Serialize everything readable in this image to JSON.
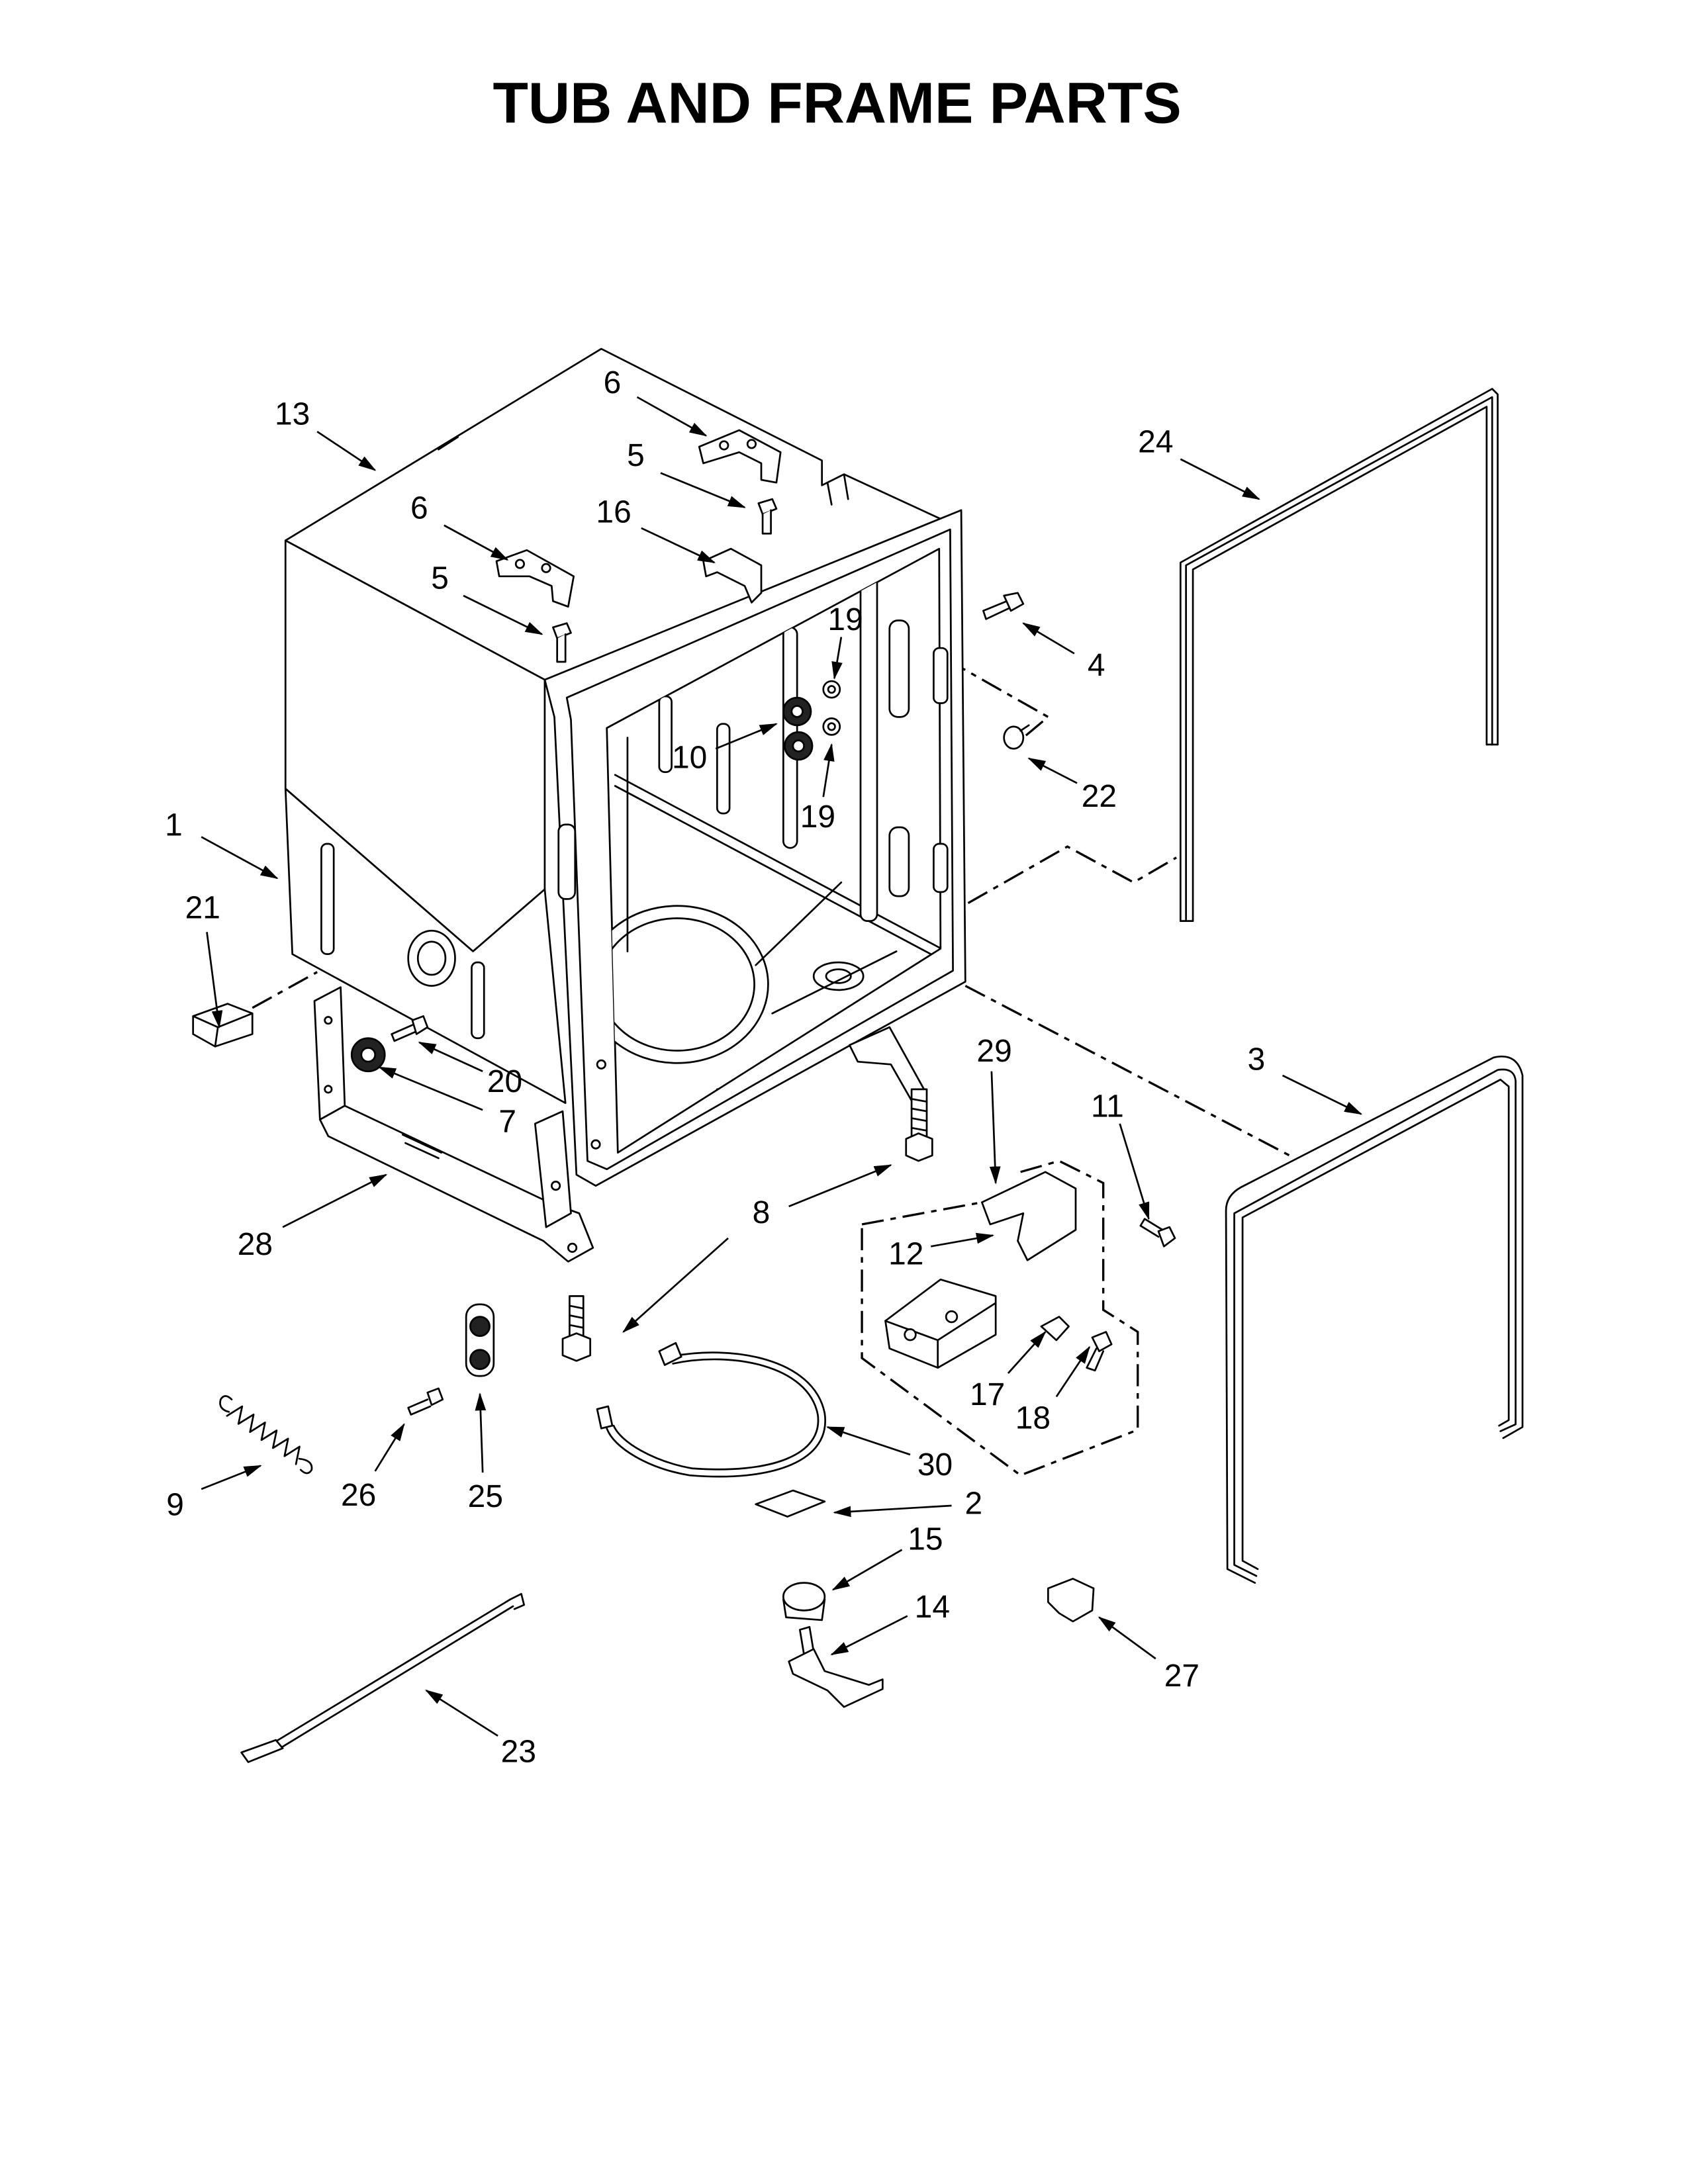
{
  "title": "TUB AND FRAME PARTS",
  "callouts": [
    "13",
    "6",
    "5",
    "6",
    "5",
    "16",
    "24",
    "19",
    "4",
    "10",
    "22",
    "19",
    "1",
    "21",
    "20",
    "7",
    "29",
    "11",
    "3",
    "8",
    "28",
    "12",
    "17",
    "18",
    "9",
    "26",
    "25",
    "30",
    "2",
    "15",
    "14",
    "27",
    "23"
  ]
}
